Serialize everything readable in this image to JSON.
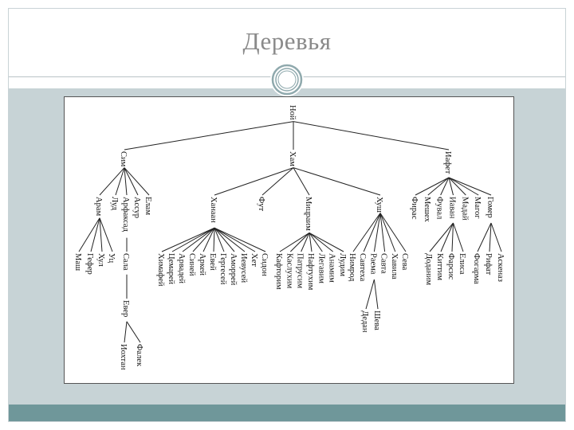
{
  "slide": {
    "title": "Деревья"
  },
  "tree": {
    "root": "Ной",
    "shem": "Сим",
    "ham": "Хам",
    "japheth": "Иафет",
    "shem_children": [
      "Елам",
      "Ассур",
      "Арфаксад",
      "Луд",
      "Арам"
    ],
    "aram_children": [
      "Уц",
      "Хул",
      "Гефер",
      "Маш"
    ],
    "arphaxad_child": "Сала",
    "salah_child": "Евер",
    "eber_children": [
      "Фалек",
      "Иохтан"
    ],
    "ham_children": [
      "Ханаан",
      "Фут",
      "Мицраим",
      "Хуш"
    ],
    "canaan_children": [
      "Сидон",
      "Хет",
      "Иевусей",
      "Аморрей",
      "Гергесей",
      "Евей",
      "Аркей",
      "Синей",
      "Арвадей",
      "Цемарей",
      "Химафей"
    ],
    "mizraim_children": [
      "Лудим",
      "Анамим",
      "Легавим",
      "Нафтухим",
      "Патрусим",
      "Каслухим",
      "Кафторим"
    ],
    "cush_children": [
      "Сева",
      "Хавила",
      "Савта",
      "Раема",
      "Савтеха",
      "Нимрод"
    ],
    "raamah_children": [
      "Шева",
      "Дедан"
    ],
    "japheth_children": [
      "Гомер",
      "Магог",
      "Мадай",
      "Иаван",
      "Фувал",
      "Мешех",
      "Фирас"
    ],
    "gomer_children": [
      "Аскеназ",
      "Рифат",
      "Фогарма"
    ],
    "javan_children": [
      "Елиса",
      "Фарсис",
      "Киттим",
      "Доданим"
    ]
  }
}
